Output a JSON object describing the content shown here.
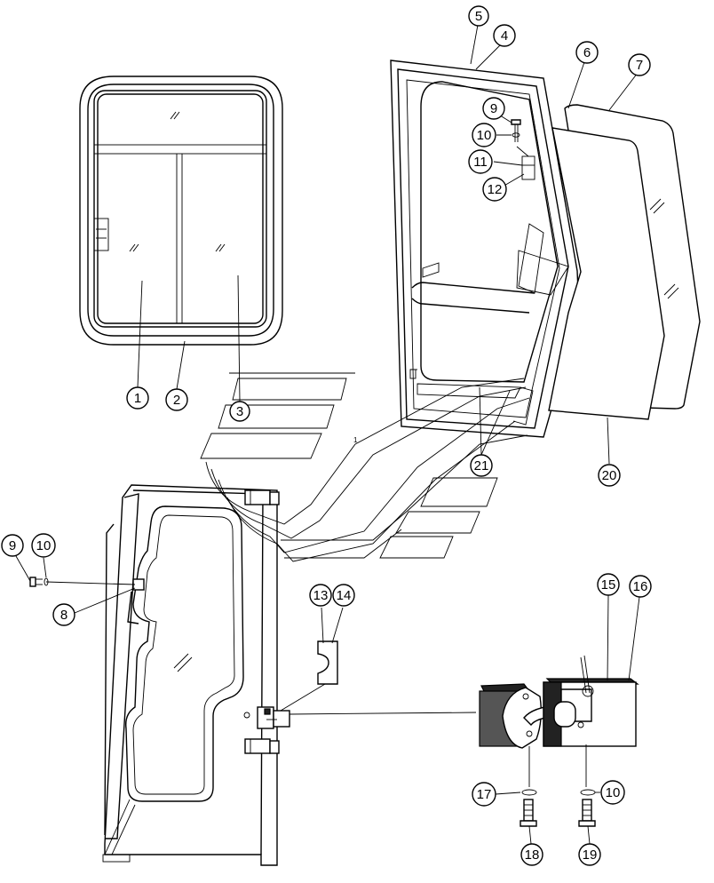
{
  "callouts": [
    {
      "id": "c1",
      "label": "1"
    },
    {
      "id": "c2",
      "label": "2"
    },
    {
      "id": "c3",
      "label": "3"
    },
    {
      "id": "c4",
      "label": "4"
    },
    {
      "id": "c5",
      "label": "5"
    },
    {
      "id": "c6",
      "label": "6"
    },
    {
      "id": "c7",
      "label": "7"
    },
    {
      "id": "c8",
      "label": "8"
    },
    {
      "id": "c9a",
      "label": "9"
    },
    {
      "id": "c9b",
      "label": "9"
    },
    {
      "id": "c10a",
      "label": "10"
    },
    {
      "id": "c10b",
      "label": "10"
    },
    {
      "id": "c10c",
      "label": "10"
    },
    {
      "id": "c11",
      "label": "11"
    },
    {
      "id": "c12",
      "label": "12"
    },
    {
      "id": "c13",
      "label": "13"
    },
    {
      "id": "c14",
      "label": "14"
    },
    {
      "id": "c15",
      "label": "15"
    },
    {
      "id": "c16",
      "label": "16"
    },
    {
      "id": "c17",
      "label": "17"
    },
    {
      "id": "c18",
      "label": "18"
    },
    {
      "id": "c19",
      "label": "19"
    },
    {
      "id": "c20",
      "label": "20"
    },
    {
      "id": "c21",
      "label": "21"
    }
  ]
}
